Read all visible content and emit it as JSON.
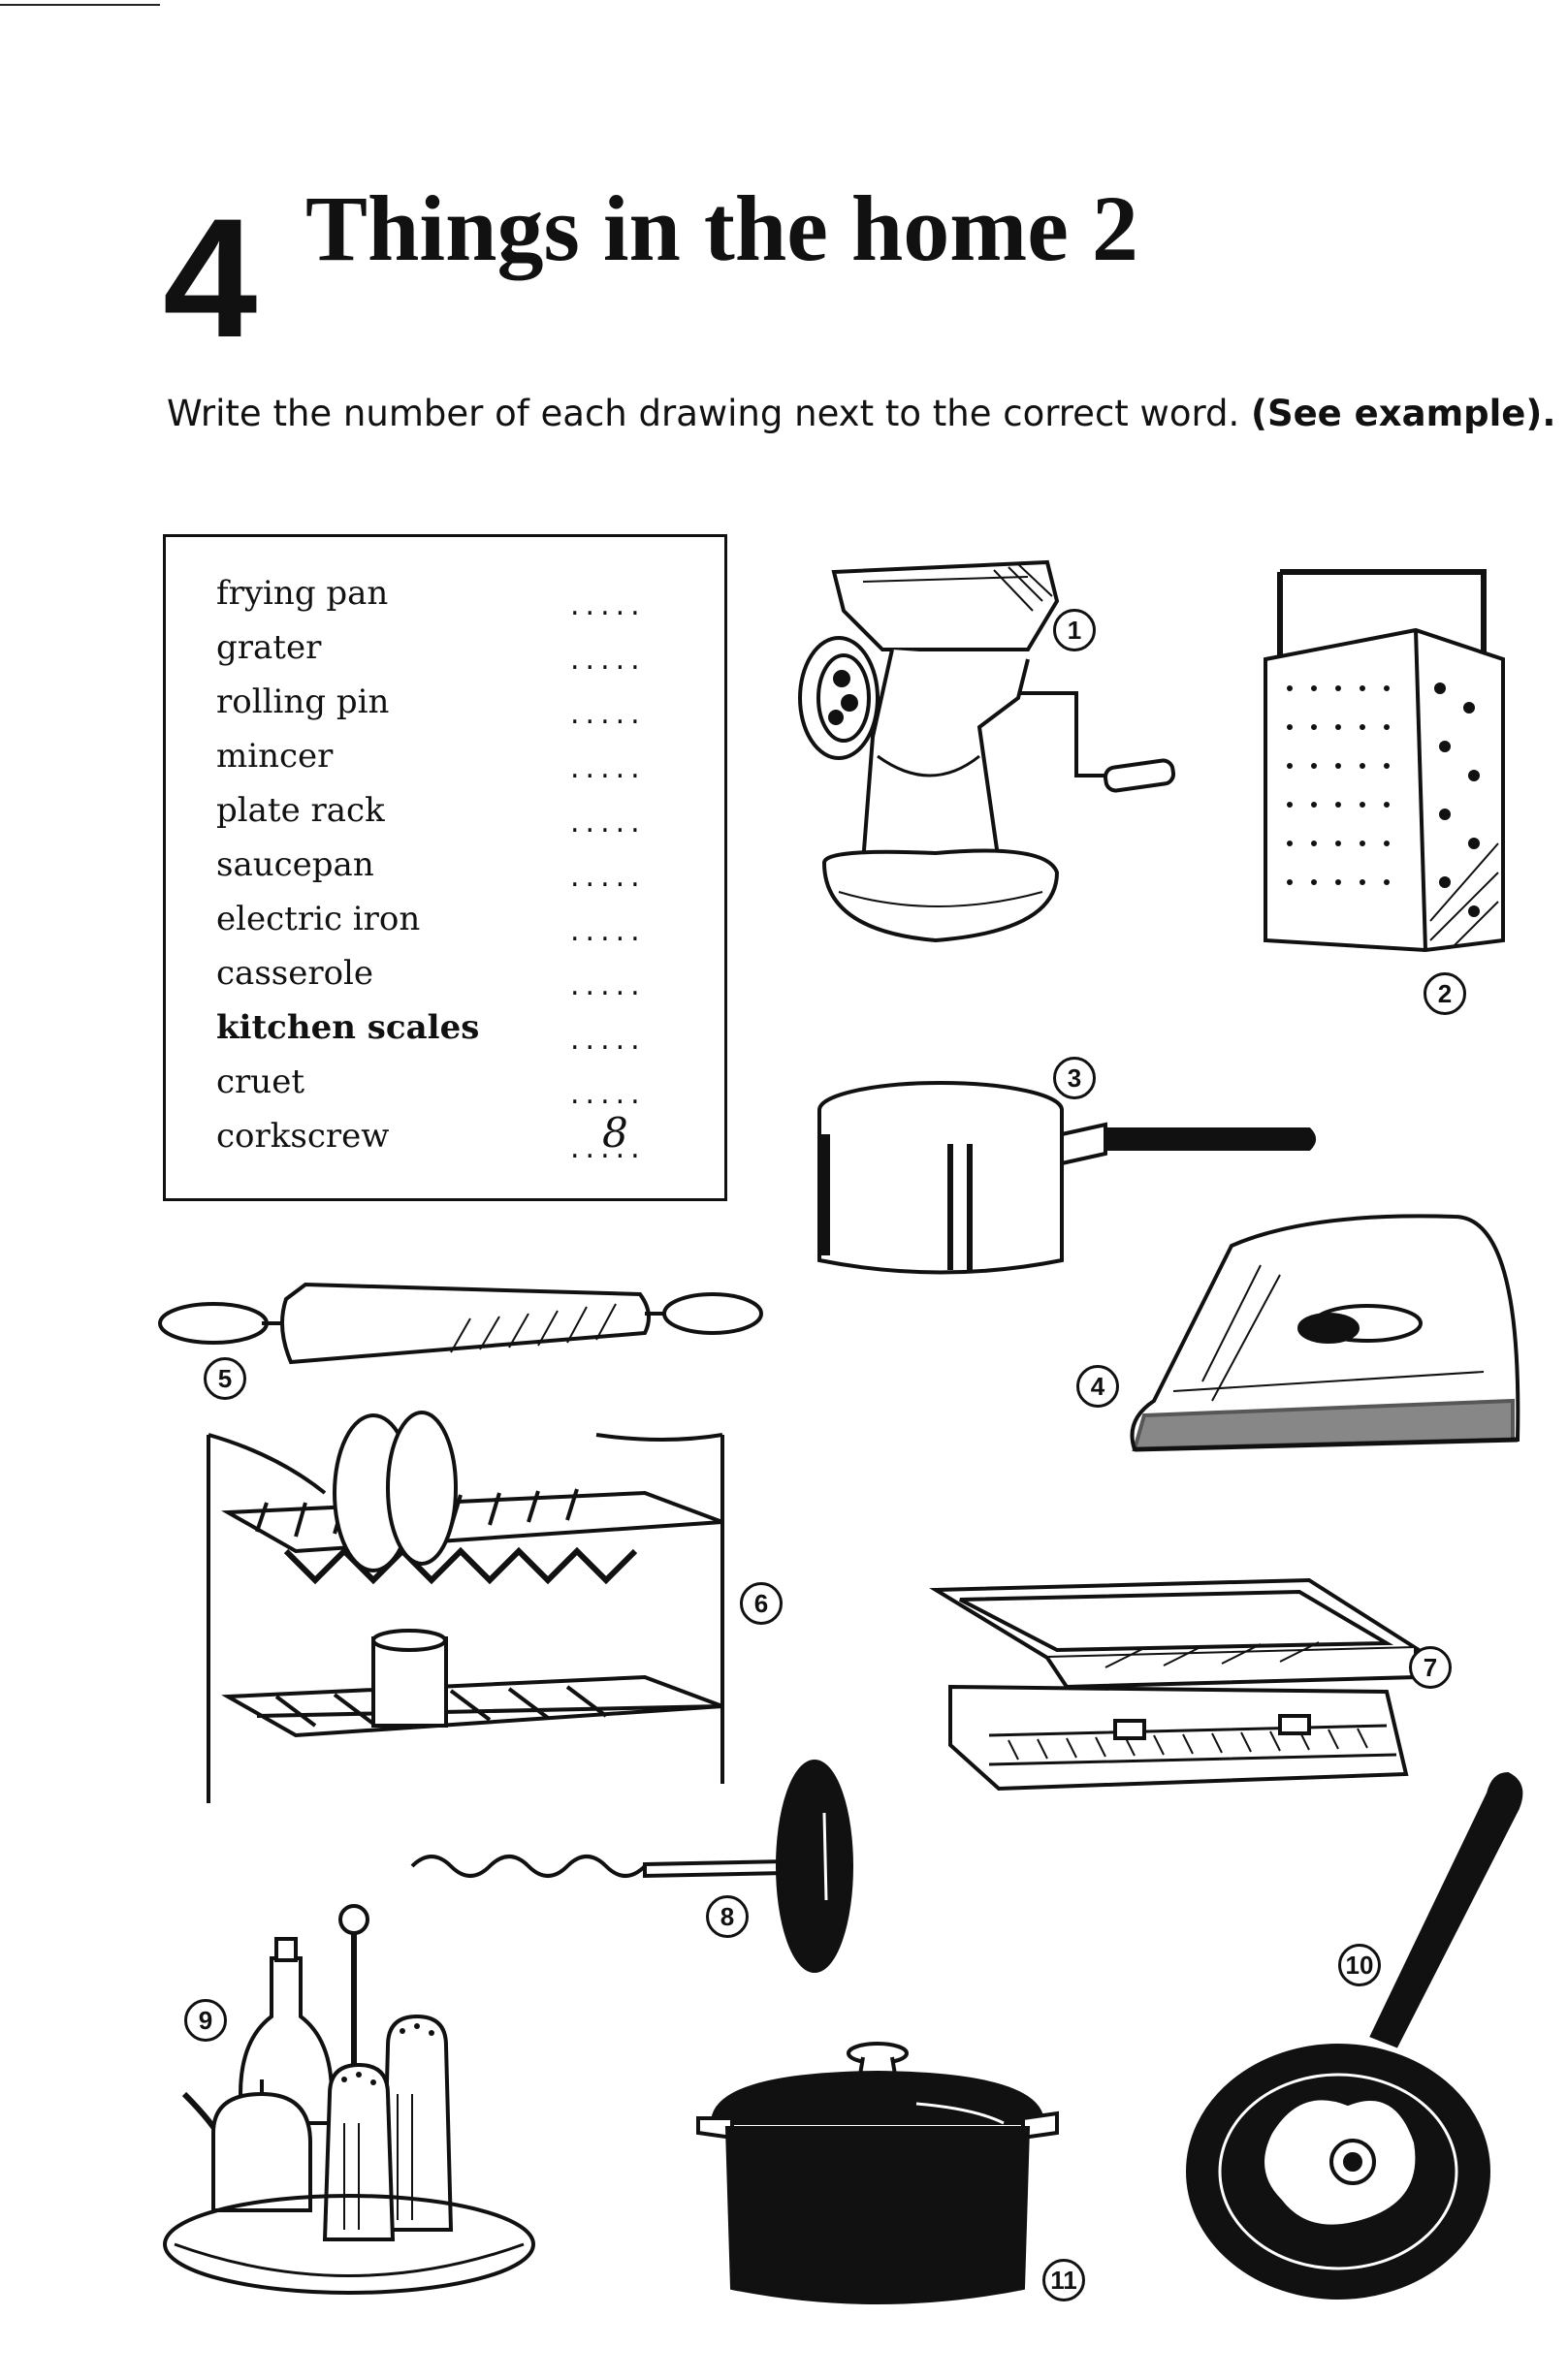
{
  "unit": {
    "number": "4",
    "title": "Things in the home 2"
  },
  "instruction": {
    "text": "Write the number of each drawing next to the correct word. ",
    "example": "(See example)."
  },
  "words": [
    {
      "word": "frying pan",
      "dots": ".....",
      "answer": ""
    },
    {
      "word": "grater",
      "dots": ".....",
      "answer": ""
    },
    {
      "word": "rolling pin",
      "dots": ".....",
      "answer": ""
    },
    {
      "word": "mincer",
      "dots": ".....",
      "answer": ""
    },
    {
      "word": "plate rack",
      "dots": ".....",
      "answer": ""
    },
    {
      "word": "saucepan",
      "dots": ".....",
      "answer": ""
    },
    {
      "word": "electric iron",
      "dots": ".....",
      "answer": ""
    },
    {
      "word": "casserole",
      "dots": ".....",
      "answer": ""
    },
    {
      "word": "kitchen scales",
      "dots": ".....",
      "answer": ""
    },
    {
      "word": "cruet",
      "dots": ".....",
      "answer": ""
    },
    {
      "word": "corkscrew",
      "dots": ".....",
      "answer": "8"
    }
  ],
  "drawing_labels": [
    "1",
    "2",
    "3",
    "4",
    "5",
    "6",
    "7",
    "8",
    "9",
    "10",
    "11"
  ],
  "colors": {
    "ink": "#111111",
    "paper": "#ffffff"
  }
}
